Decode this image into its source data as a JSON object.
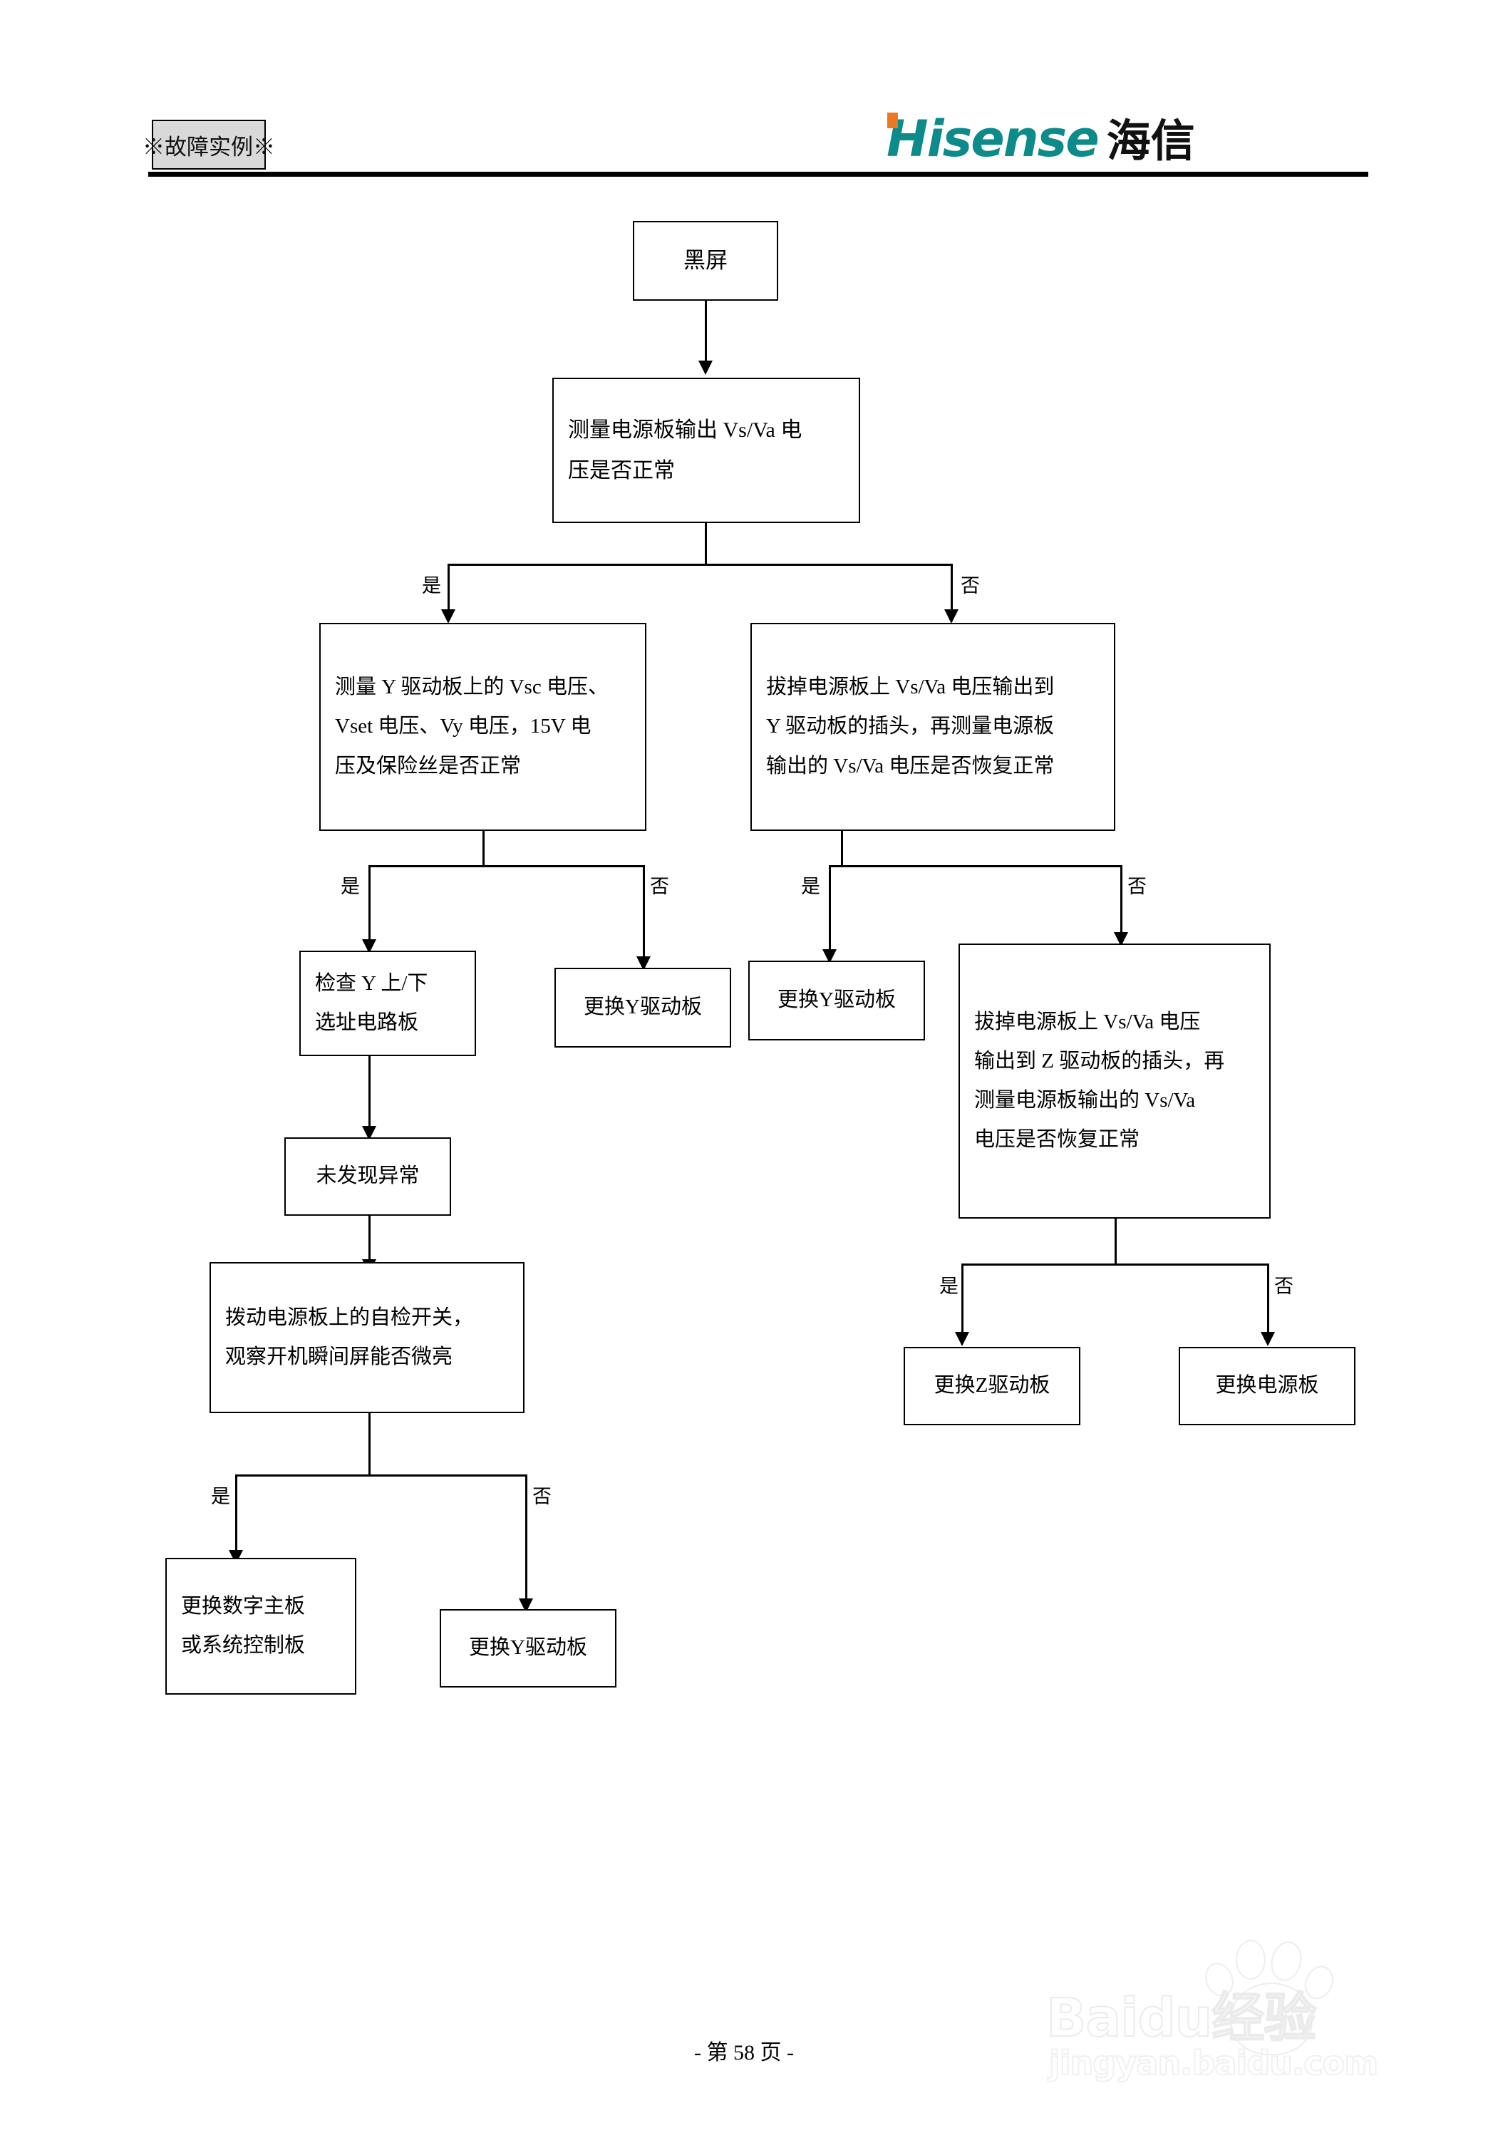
{
  "header": {
    "tag_label": "※故障实例※",
    "brand_latin": "Hisense",
    "brand_cjk": "海信",
    "brand_color": "#0d8a8a",
    "brand_accent_color": "#ee7722"
  },
  "footer": {
    "page_label": "-  第  58  页  -"
  },
  "watermark": {
    "main": "Baidu经验",
    "sub": "jingyan.baidu.com"
  },
  "flowchart": {
    "yes_label": "是",
    "no_label": "否",
    "nodes": {
      "n1": {
        "lines": [
          "黑屏"
        ]
      },
      "n2": {
        "lines": [
          "测量电源板输出 Vs/Va 电",
          "压是否正常"
        ]
      },
      "n3": {
        "lines": [
          "测量 Y 驱动板上的 Vsc 电压、",
          "Vset 电压、Vy 电压，15V 电",
          "压及保险丝是否正常"
        ]
      },
      "n4": {
        "lines": [
          "拔掉电源板上 Vs/Va 电压输出到",
          "Y 驱动板的插头，再测量电源板",
          "输出的 Vs/Va 电压是否恢复正常"
        ]
      },
      "n5": {
        "lines": [
          "检查 Y 上/下",
          "选址电路板"
        ]
      },
      "n6": {
        "lines": [
          "更换Y驱动板"
        ]
      },
      "n7": {
        "lines": [
          "更换Y驱动板"
        ]
      },
      "n8": {
        "lines": [
          "拔掉电源板上 Vs/Va 电压",
          "输出到 Z 驱动板的插头，再",
          "测量电源板输出的 Vs/Va",
          "电压是否恢复正常"
        ]
      },
      "n9": {
        "lines": [
          "未发现异常"
        ]
      },
      "n10": {
        "lines": [
          "拨动电源板上的自检开关，",
          "观察开机瞬间屏能否微亮"
        ]
      },
      "n11": {
        "lines": [
          "更换Z驱动板"
        ]
      },
      "n12": {
        "lines": [
          "更换电源板"
        ]
      },
      "n13": {
        "lines": [
          "更换数字主板",
          "或系统控制板"
        ]
      },
      "n14": {
        "lines": [
          "更换Y驱动板"
        ]
      }
    },
    "edges": [
      {
        "from": "n2",
        "to": "n3",
        "label": "是"
      },
      {
        "from": "n2",
        "to": "n4",
        "label": "否"
      },
      {
        "from": "n3",
        "to": "n5",
        "label": "是"
      },
      {
        "from": "n3",
        "to": "n6",
        "label": "否"
      },
      {
        "from": "n4",
        "to": "n7",
        "label": "是"
      },
      {
        "from": "n4",
        "to": "n8",
        "label": "否"
      },
      {
        "from": "n8",
        "to": "n11",
        "label": "是"
      },
      {
        "from": "n8",
        "to": "n12",
        "label": "否"
      },
      {
        "from": "n10",
        "to": "n13",
        "label": "是"
      },
      {
        "from": "n10",
        "to": "n14",
        "label": "否"
      }
    ]
  }
}
